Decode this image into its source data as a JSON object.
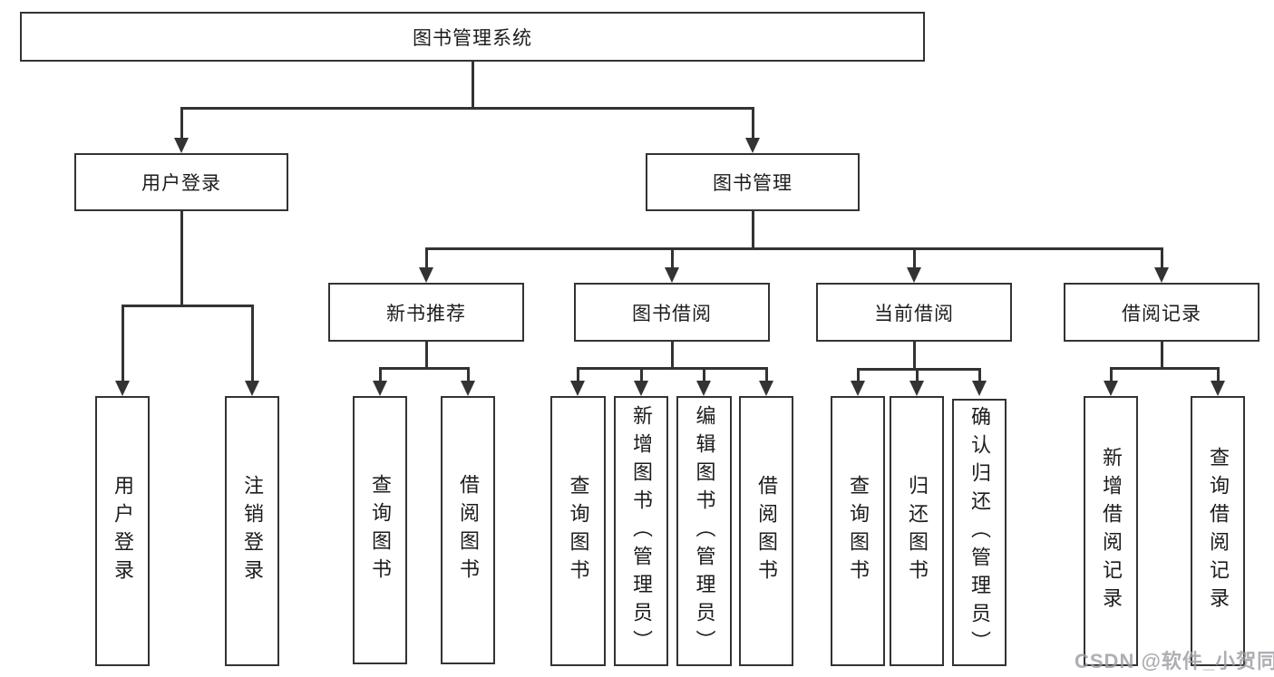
{
  "colors": {
    "line": "#333333",
    "box_border": "#333333",
    "box_background": "#ffffff",
    "text": "#1c1c1c",
    "watermark": "#9a9aa2",
    "page_background": "#ffffff"
  },
  "watermark": "CSDN @软件_小贺同学",
  "tree": {
    "root": {
      "label": "图书管理系统"
    },
    "branches": [
      {
        "label": "用户登录",
        "children": [
          {
            "label": "用户登录"
          },
          {
            "label": "注销登录"
          }
        ]
      },
      {
        "label": "图书管理",
        "children": [
          {
            "label": "新书推荐",
            "children": [
              {
                "label": "查询图书"
              },
              {
                "label": "借阅图书"
              }
            ]
          },
          {
            "label": "图书借阅",
            "children": [
              {
                "label": "查询图书"
              },
              {
                "label": "新增图书（管理员）"
              },
              {
                "label": "编辑图书（管理员）"
              },
              {
                "label": "借阅图书"
              }
            ]
          },
          {
            "label": "当前借阅",
            "children": [
              {
                "label": "查询图书"
              },
              {
                "label": "归还图书"
              },
              {
                "label": "确认归还（管理员）"
              }
            ]
          },
          {
            "label": "借阅记录",
            "children": [
              {
                "label": "新增借阅记录"
              },
              {
                "label": "查询借阅记录"
              }
            ]
          }
        ]
      }
    ]
  }
}
